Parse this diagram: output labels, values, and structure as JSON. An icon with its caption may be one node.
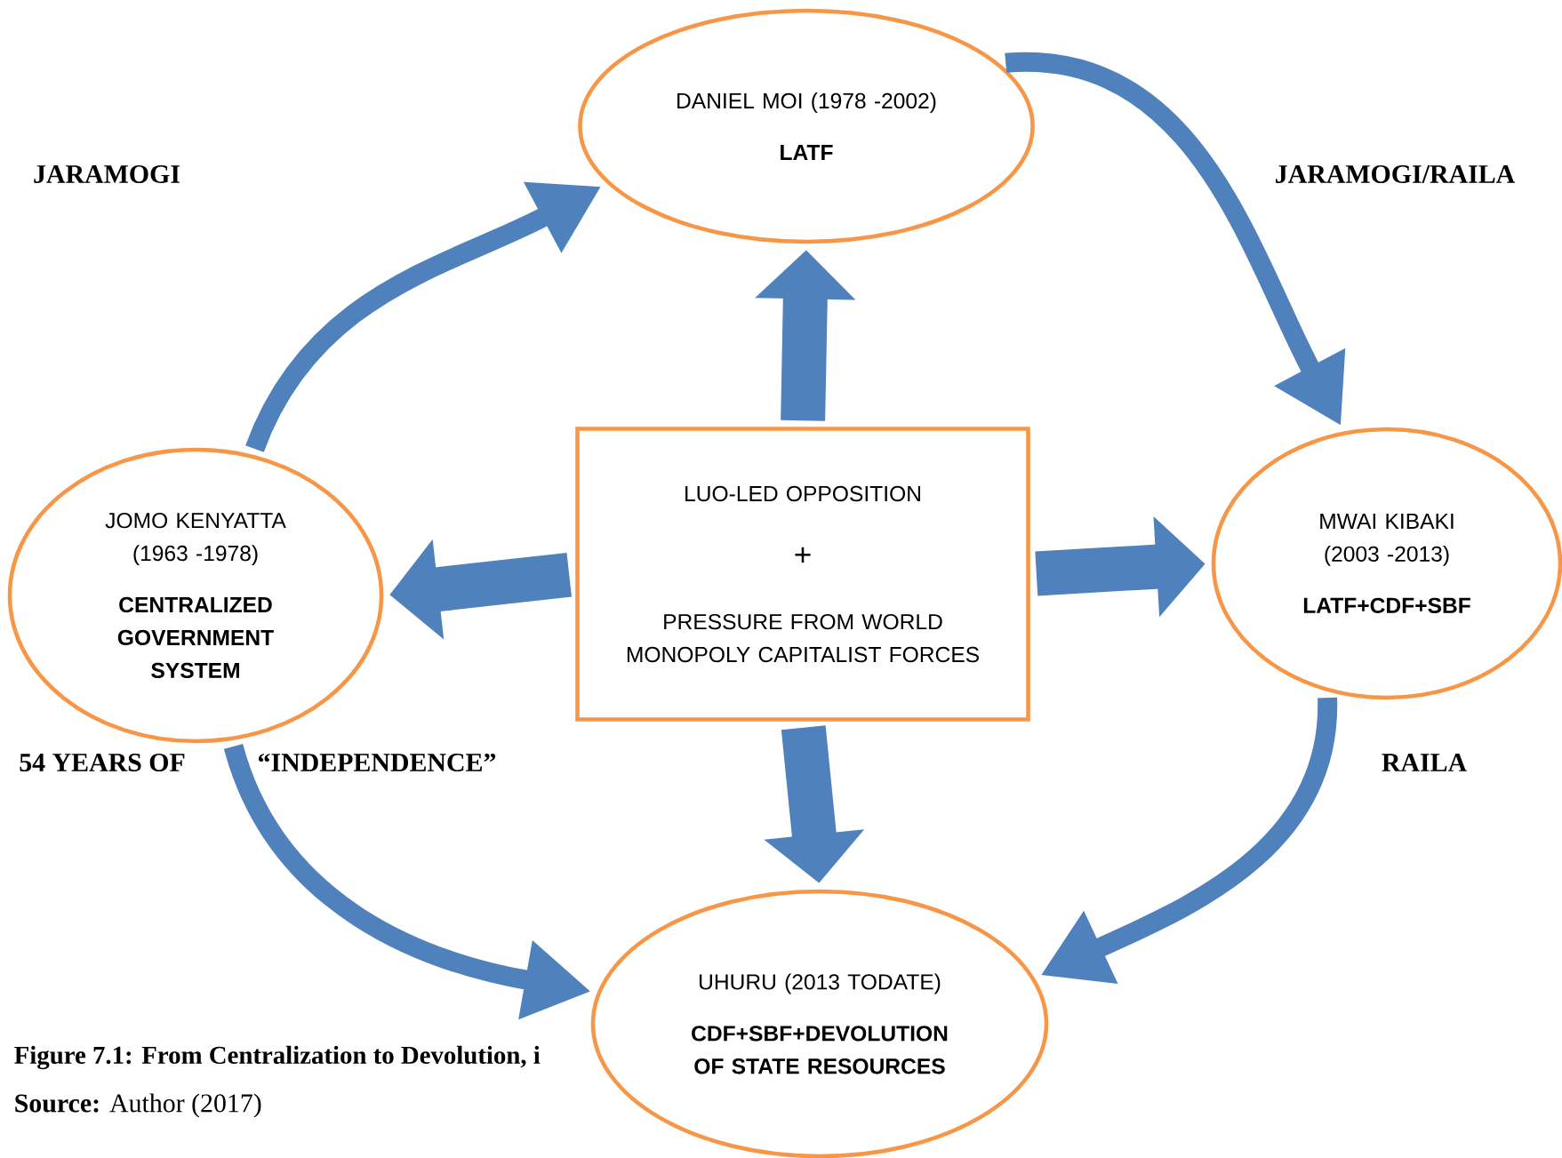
{
  "diagram": {
    "caption": "Figure 7.1: From Centralization to Devolution, i",
    "nodes": [
      {
        "text": [
          "DANIEL MOI (1978 -2002)",
          "LATF"
        ]
      },
      {
        "text": [
          "JOMO KENYATTA (1963 -1978)",
          "CENTRALIZED GOVERNMENT SYSTEM"
        ]
      },
      {
        "text": [
          "LUO-LED OPPOSITION",
          "+",
          "PRESSURE FROM WORLD MONOPOLY CAPITALIST FORCES"
        ]
      },
      {
        "text": [
          "MWAI KIBAKI (2003 -2013)",
          "LATF+CDF+SBF"
        ]
      },
      {
        "text": [
          "UHURU (2013 TODATE)",
          "CDF+SBF+DEVOLUTION OF STATE RESOURCES"
        ]
      }
    ],
    "edges": [
      {
        "from": 2,
        "to": 0,
        "arrow": "to",
        "style": "thick"
      },
      {
        "from": 2,
        "to": 1,
        "arrow": "to",
        "style": "thick"
      },
      {
        "from": 2,
        "to": 3,
        "arrow": "to",
        "style": "thick"
      },
      {
        "from": 2,
        "to": 4,
        "arrow": "to",
        "style": "thick"
      },
      {
        "from": 1,
        "to": 0,
        "arrow": "to"
      },
      {
        "from": 0,
        "to": 3,
        "arrow": "to"
      },
      {
        "from": 3,
        "to": 4,
        "arrow": "to"
      },
      {
        "from": 1,
        "to": 4,
        "arrow": "to"
      }
    ],
    "labels": [
      "JARAMOGI",
      "JARAMOGI/RAILA",
      "54 YEARS OF",
      "“INDEPENDENCE”",
      "RAILA",
      "**Source:** Author (2017)"
    ]
  }
}
